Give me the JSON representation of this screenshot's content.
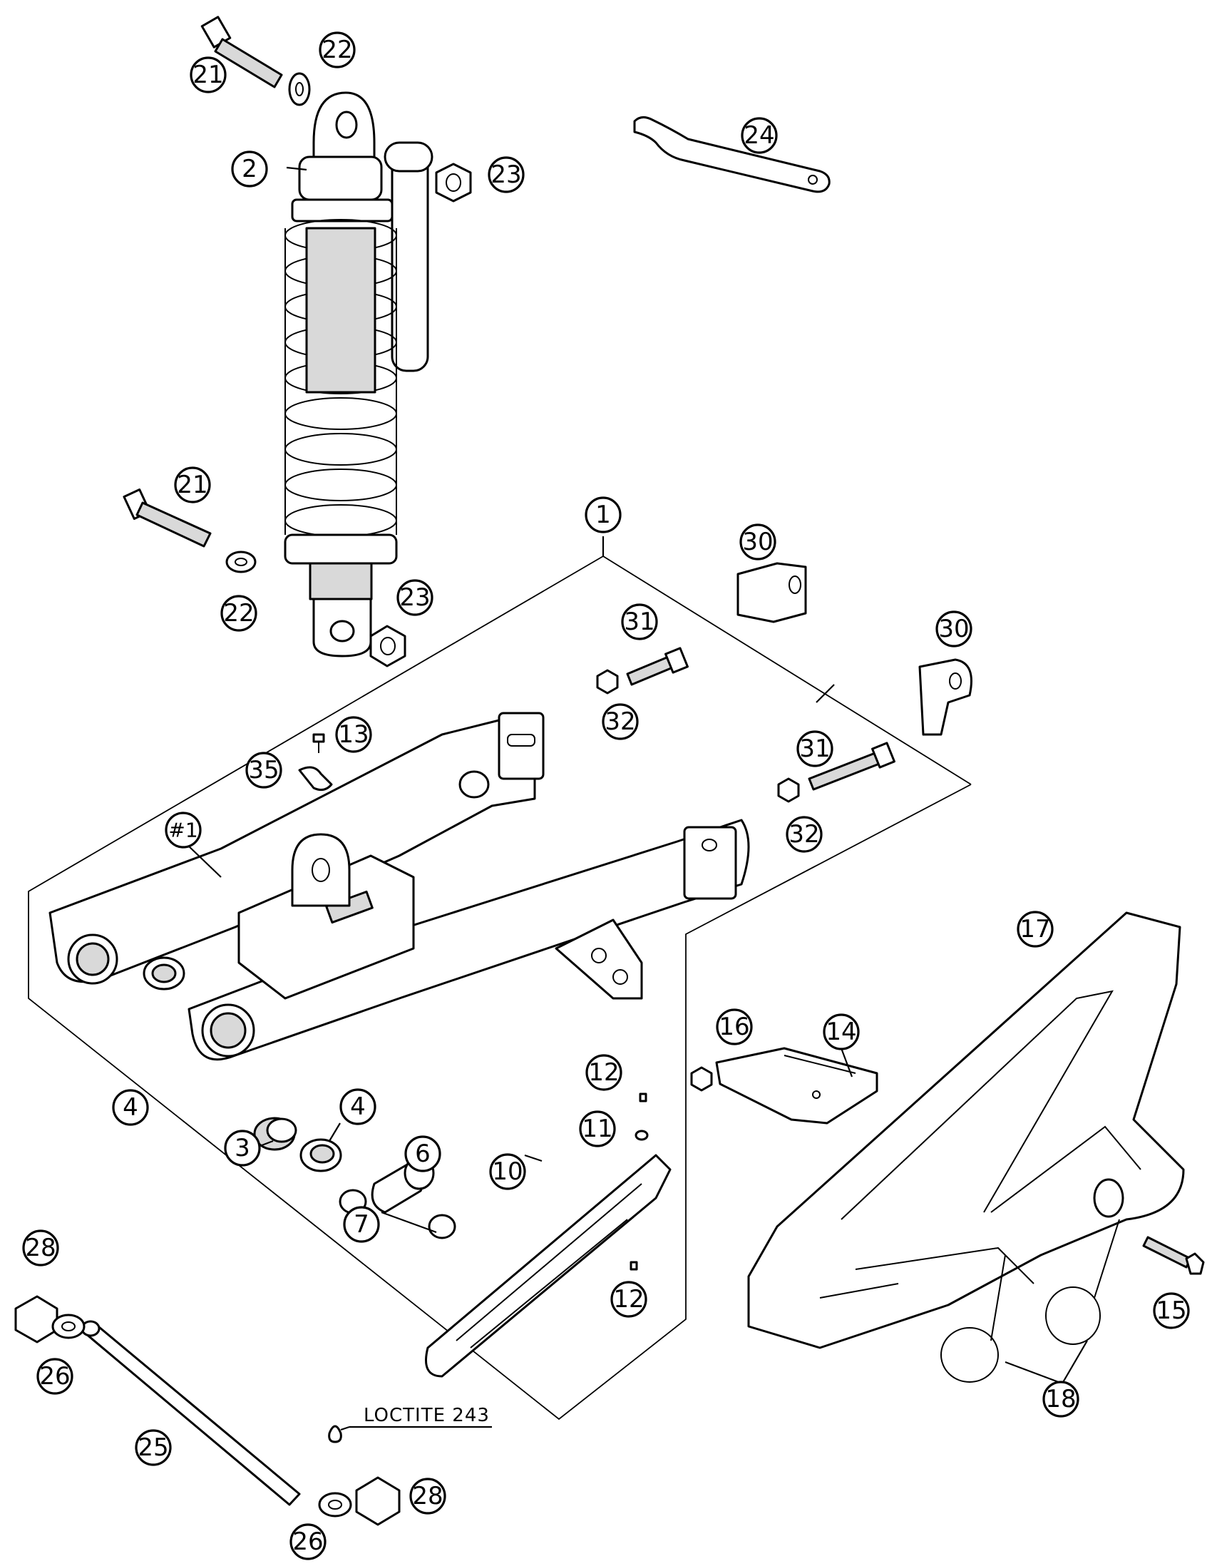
{
  "callouts": {
    "c1": "1",
    "c2": "2",
    "c3": "3",
    "c4a": "4",
    "c4b": "4",
    "c6": "6",
    "c7": "7",
    "c10": "10",
    "c11": "11",
    "c12a": "12",
    "c12b": "12",
    "c13": "13",
    "c14": "14",
    "c15": "15",
    "c16": "16",
    "c17": "17",
    "c18": "18",
    "c21a": "21",
    "c21b": "21",
    "c22a": "22",
    "c22b": "22",
    "c23a": "23",
    "c23b": "23",
    "c24": "24",
    "c25": "25",
    "c26a": "26",
    "c26b": "26",
    "c28a": "28",
    "c28b": "28",
    "c30a": "30",
    "c30b": "30",
    "c31a": "31",
    "c31b": "31",
    "c32a": "32",
    "c32b": "32",
    "c35": "35",
    "hash1": "#1"
  },
  "notes": {
    "loctite": "LOCTITE 243"
  }
}
